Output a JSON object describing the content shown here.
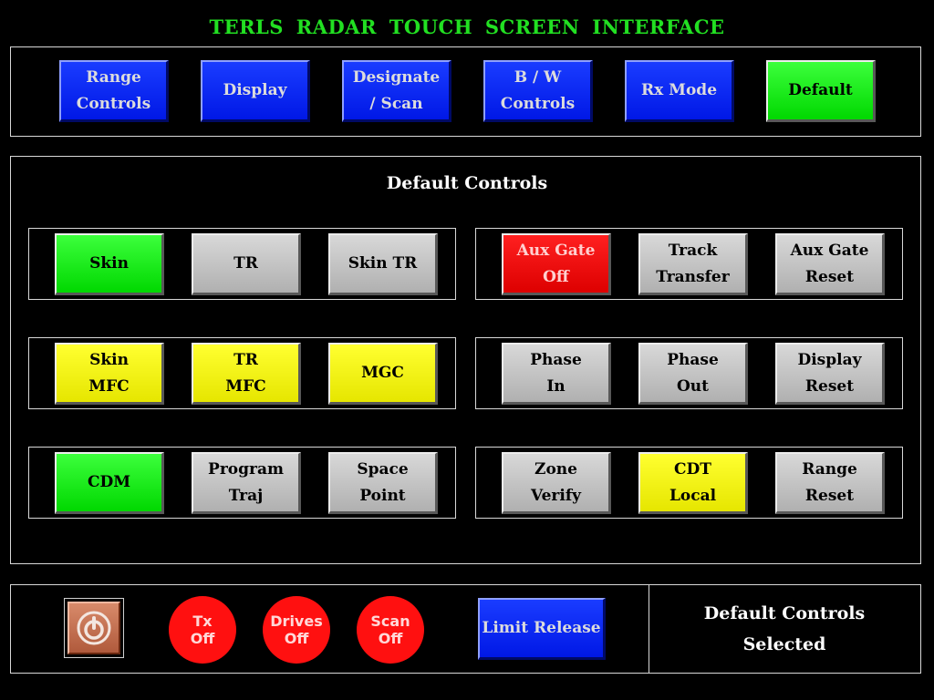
{
  "title": "TERLS RADAR TOUCH SCREEN INTERFACE",
  "colors": {
    "title": "#22e022",
    "blue": "#0018e6",
    "green": "#00d800",
    "gray": "#c4c4c4",
    "yellow": "#f0f000",
    "red": "#ee0000"
  },
  "top_menu": {
    "range": [
      "Range",
      "Controls"
    ],
    "display": "Display",
    "designate": [
      "Designate",
      "/ Scan"
    ],
    "bw": [
      "B / W",
      "Controls"
    ],
    "rx": "Rx Mode",
    "default": "Default"
  },
  "section_title": "Default Controls",
  "controls": {
    "skin": "Skin",
    "tr": "TR",
    "skin_tr": "Skin TR",
    "aux_gate_off": [
      "Aux Gate",
      "Off"
    ],
    "track_transfer": [
      "Track",
      "Transfer"
    ],
    "aux_gate_reset": [
      "Aux Gate",
      "Reset"
    ],
    "skin_mfc": [
      "Skin",
      "MFC"
    ],
    "tr_mfc": [
      "TR",
      "MFC"
    ],
    "mgc": "MGC",
    "phase_in": [
      "Phase",
      "In"
    ],
    "phase_out": [
      "Phase",
      "Out"
    ],
    "display_reset": [
      "Display",
      "Reset"
    ],
    "cdm": "CDM",
    "program_traj": [
      "Program",
      "Traj"
    ],
    "space_point": [
      "Space",
      "Point"
    ],
    "zone_verify": [
      "Zone",
      "Verify"
    ],
    "cdt_local": [
      "CDT",
      "Local"
    ],
    "range_reset": [
      "Range",
      "Reset"
    ]
  },
  "bottom": {
    "power_icon": "power-icon",
    "tx": [
      "Tx",
      "Off"
    ],
    "drives": [
      "Drives",
      "Off"
    ],
    "scan": [
      "Scan",
      "Off"
    ],
    "limit_release": "Limit Release",
    "status": [
      "Default Controls",
      "Selected"
    ]
  }
}
